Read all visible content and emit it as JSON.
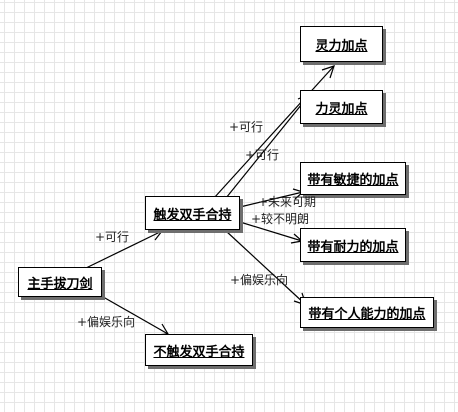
{
  "nodes": {
    "main": "主手拔刀剑",
    "touch": "触发双手合持",
    "notouch": "不触发双手合持",
    "ling_li": "灵力加点",
    "li_ling": "力灵加点",
    "agile": "带有敏捷的加点",
    "endurance": "带有耐力的加点",
    "personal": "带有个人能力的加点"
  },
  "edges": {
    "main_touch": "+可行",
    "main_notouch": "+偏娱乐向",
    "touch_ling_li": "+可行",
    "touch_li_ling": "+可行",
    "touch_agile": "+未来可期",
    "touch_endurance": "+较不明朗",
    "touch_personal": "+偏娱乐向"
  }
}
